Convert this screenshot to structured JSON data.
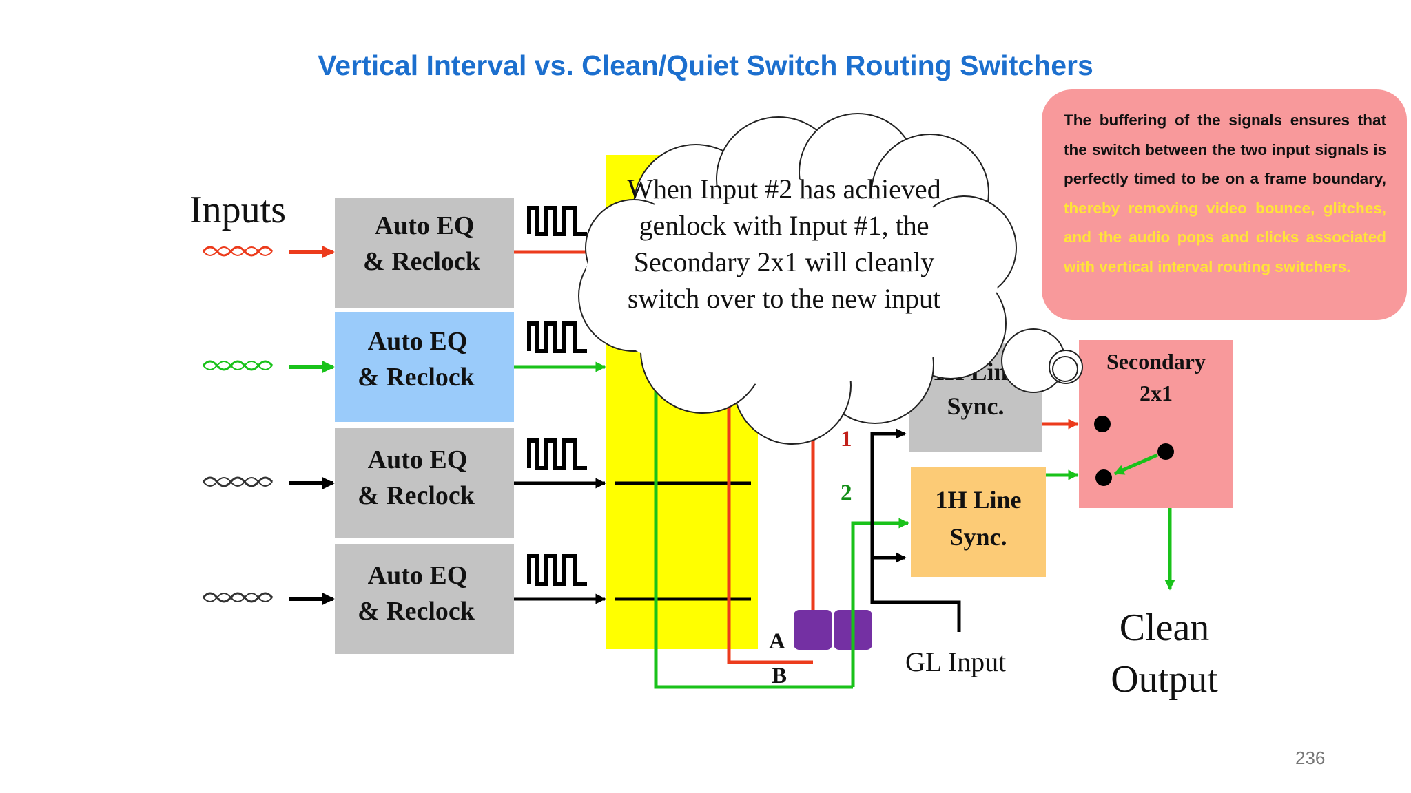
{
  "title": "Vertical Interval vs. Clean/Quiet Switch Routing Switchers",
  "slide_number": "236",
  "inputs_label": "Inputs",
  "eq_blocks": [
    {
      "line1": "Auto EQ",
      "line2": "& Reclock",
      "fill": "#c3c3c3"
    },
    {
      "line1": "Auto EQ",
      "line2": "& Reclock",
      "fill": "#9acbfa"
    },
    {
      "line1": "Auto EQ",
      "line2": "& Reclock",
      "fill": "#c3c3c3"
    },
    {
      "line1": "Auto EQ",
      "line2": "& Reclock",
      "fill": "#c3c3c3"
    }
  ],
  "cloud_text": "When Input #2 has achieved genlock with Input #1, the Secondary 2x1 will cleanly switch over to the new input",
  "line_sync_top": {
    "line1": "1H Line",
    "line2": "Sync.",
    "fill": "#c3c3c3"
  },
  "line_sync_bottom": {
    "line1": "1H Line",
    "line2": "Sync.",
    "fill": "#fccb76"
  },
  "secondary": {
    "line1": "Secondary",
    "line2": "2x1",
    "fill": "#f8999b"
  },
  "labels": {
    "one": "1",
    "two": "2",
    "a": "A",
    "b": "B",
    "gl_input": "GL Input",
    "clean": "Clean",
    "output": "Output"
  },
  "callout": {
    "part1": "The buffering of the signals ensures that the switch between the two input signals is perfectly timed to be on a frame boundary, ",
    "part2": "thereby removing video bounce, glitches, and the audio pops and clicks associated with vertical interval routing switchers."
  },
  "colors": {
    "red": "#ec3b1c",
    "green": "#19c21a",
    "yellow": "#ffff00",
    "purple": "#7430a3",
    "title_blue": "#1c6fce"
  }
}
